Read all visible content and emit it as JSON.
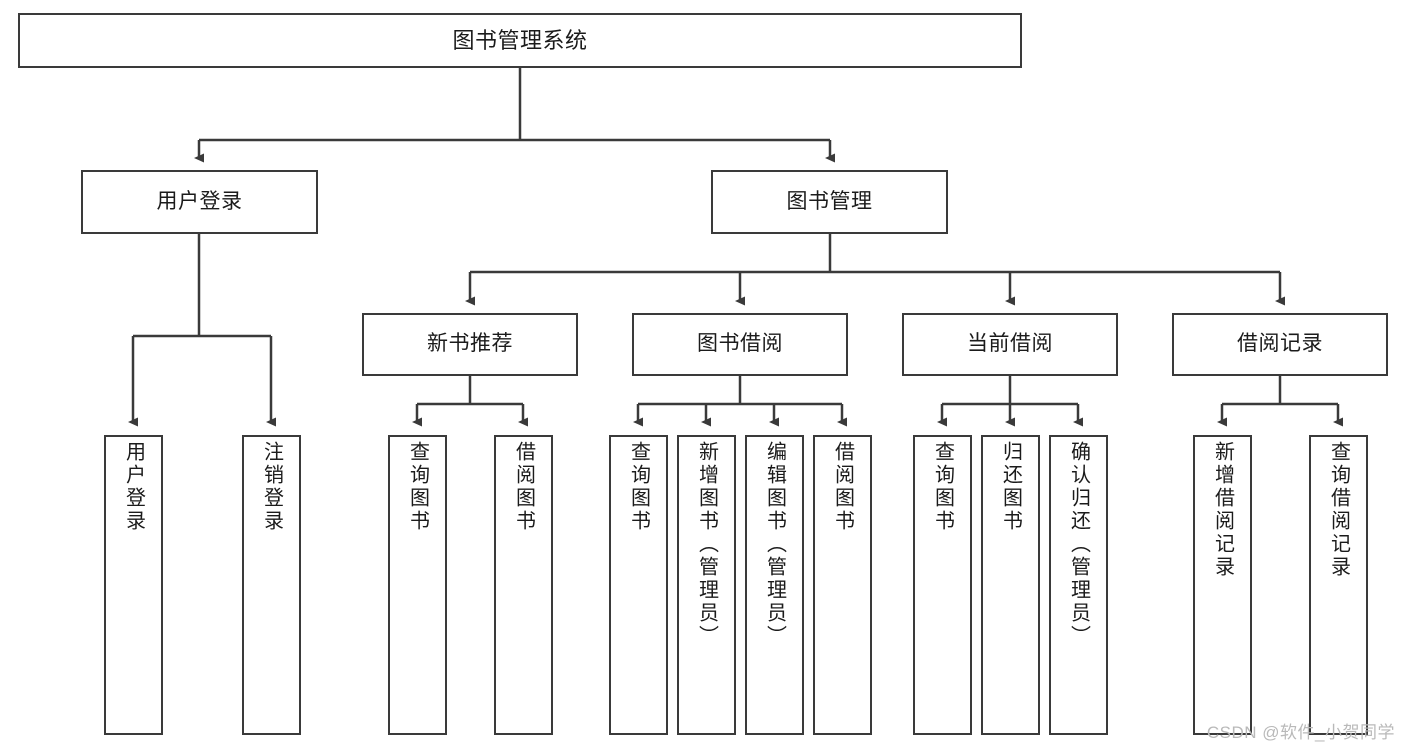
{
  "diagram": {
    "title": "图书管理系统",
    "type": "tree-hierarchy",
    "root": {
      "id": "root",
      "label": "图书管理系统"
    },
    "level2": [
      {
        "id": "user-login",
        "label": "用户登录"
      },
      {
        "id": "book-manage",
        "label": "图书管理"
      }
    ],
    "level3": [
      {
        "id": "new-book-recommend",
        "label": "新书推荐",
        "parent": "book-manage"
      },
      {
        "id": "book-borrow",
        "label": "图书借阅",
        "parent": "book-manage"
      },
      {
        "id": "current-borrow",
        "label": "当前借阅",
        "parent": "book-manage"
      },
      {
        "id": "borrow-record",
        "label": "借阅记录",
        "parent": "book-manage"
      }
    ],
    "leaves": [
      {
        "id": "leaf-user-login",
        "label": "用户登录",
        "parent": "user-login"
      },
      {
        "id": "leaf-logout-login",
        "label": "注销登录",
        "parent": "user-login"
      },
      {
        "id": "leaf-query-book-1",
        "label": "查询图书",
        "parent": "new-book-recommend"
      },
      {
        "id": "leaf-borrow-book-1",
        "label": "借阅图书",
        "parent": "new-book-recommend"
      },
      {
        "id": "leaf-query-book-2",
        "label": "查询图书",
        "parent": "book-borrow"
      },
      {
        "id": "leaf-add-book",
        "label": "新增图书（管理员）",
        "parent": "book-borrow"
      },
      {
        "id": "leaf-edit-book",
        "label": "编辑图书（管理员）",
        "parent": "book-borrow"
      },
      {
        "id": "leaf-borrow-book-2",
        "label": "借阅图书",
        "parent": "book-borrow"
      },
      {
        "id": "leaf-query-book-3",
        "label": "查询图书",
        "parent": "current-borrow"
      },
      {
        "id": "leaf-return-book",
        "label": "归还图书",
        "parent": "current-borrow"
      },
      {
        "id": "leaf-confirm-return",
        "label": "确认归还（管理员）",
        "parent": "current-borrow"
      },
      {
        "id": "leaf-add-record",
        "label": "新增借阅记录",
        "parent": "borrow-record"
      },
      {
        "id": "leaf-query-record",
        "label": "查询借阅记录",
        "parent": "borrow-record"
      }
    ]
  },
  "watermark": {
    "text": "CSDN @软件_小贺同学"
  },
  "colors": {
    "stroke": "#3a3a3a",
    "text": "#1b1b1b",
    "background": "#ffffff",
    "watermark": "#b9b9b9"
  }
}
